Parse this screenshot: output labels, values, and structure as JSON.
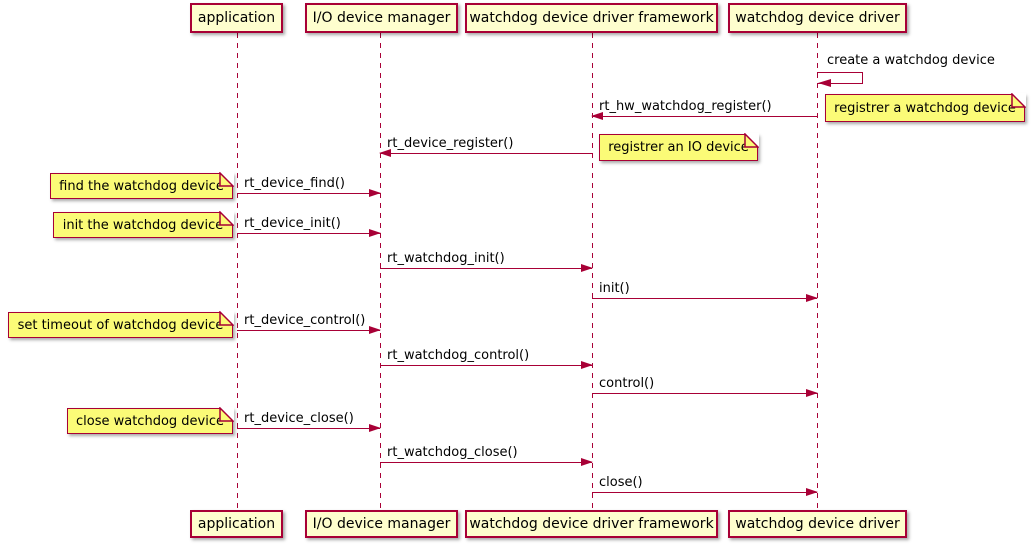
{
  "colors": {
    "participant_fill": "#FEFECE",
    "note_fill": "#FBFB77",
    "border": "#A80036",
    "arrow": "#A80036",
    "lifeline": "#A80036",
    "text": "#000000",
    "background": "#FFFFFF"
  },
  "participants": [
    {
      "label": "application"
    },
    {
      "label": "I/O device manager"
    },
    {
      "label": "watchdog device driver framework"
    },
    {
      "label": "watchdog device driver"
    }
  ],
  "self_message": {
    "label": "create a watchdog device",
    "participant": "watchdog device driver"
  },
  "messages": [
    {
      "label": "rt_hw_watchdog_register()",
      "from": "watchdog device driver",
      "to": "watchdog device driver framework"
    },
    {
      "label": "rt_device_register()",
      "from": "watchdog device driver framework",
      "to": "I/O device manager"
    },
    {
      "label": "rt_device_find()",
      "from": "application",
      "to": "I/O device manager"
    },
    {
      "label": "rt_device_init()",
      "from": "application",
      "to": "I/O device manager"
    },
    {
      "label": "rt_watchdog_init()",
      "from": "I/O device manager",
      "to": "watchdog device driver framework"
    },
    {
      "label": "init()",
      "from": "watchdog device driver framework",
      "to": "watchdog device driver"
    },
    {
      "label": "rt_device_control()",
      "from": "application",
      "to": "I/O device manager"
    },
    {
      "label": "rt_watchdog_control()",
      "from": "I/O device manager",
      "to": "watchdog device driver framework"
    },
    {
      "label": "control()",
      "from": "watchdog device driver framework",
      "to": "watchdog device driver"
    },
    {
      "label": "rt_device_close()",
      "from": "application",
      "to": "I/O device manager"
    },
    {
      "label": "rt_watchdog_close()",
      "from": "I/O device manager",
      "to": "watchdog device driver framework"
    },
    {
      "label": "close()",
      "from": "watchdog device driver framework",
      "to": "watchdog device driver"
    }
  ],
  "notes": [
    {
      "label": "registrer a watchdog device",
      "attached_to": "watchdog device driver",
      "side": "right"
    },
    {
      "label": "registrer an IO device",
      "attached_to": "watchdog device driver framework",
      "side": "right"
    },
    {
      "label": "find the watchdog device",
      "attached_to": "application",
      "side": "left"
    },
    {
      "label": "init the watchdog device",
      "attached_to": "application",
      "side": "left"
    },
    {
      "label": "set timeout of watchdog device",
      "attached_to": "application",
      "side": "left"
    },
    {
      "label": "close watchdog device",
      "attached_to": "application",
      "side": "left"
    }
  ]
}
